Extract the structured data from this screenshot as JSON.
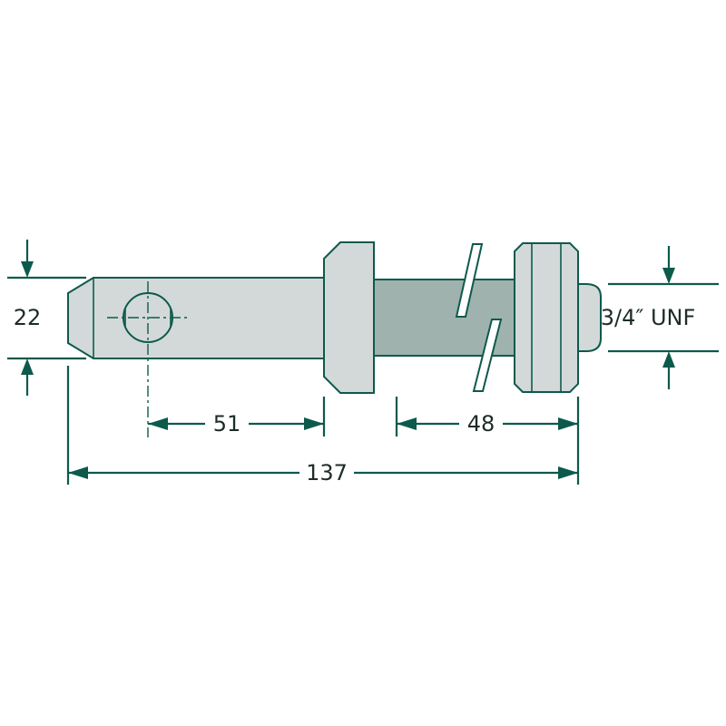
{
  "drawing": {
    "type": "technical-drawing",
    "part": "lower-link-implement-pin",
    "labels": {
      "diameter": "22",
      "hole_to_collar": "51",
      "thread_length": "48",
      "overall_length": "137",
      "thread_spec": "3/4″ UNF"
    },
    "colors": {
      "line": "#0d5a4c",
      "text": "#1d2c28",
      "body_fill": "#d3d9d9",
      "thread_fill": "#9fb2ae",
      "background": "#ffffff"
    }
  }
}
